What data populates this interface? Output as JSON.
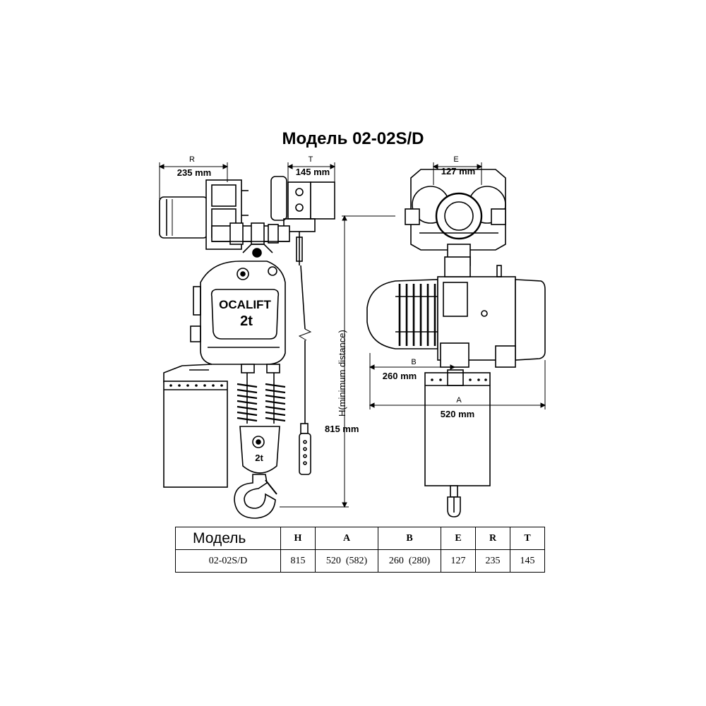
{
  "title": "Модель 02-02S/D",
  "brand_plate": {
    "logo_text": "OCALIFT",
    "capacity": "2t"
  },
  "hook_block_label": "2t",
  "dimensions": {
    "R": {
      "letter": "R",
      "value": "235 mm"
    },
    "T": {
      "letter": "T",
      "value": "145 mm"
    },
    "E": {
      "letter": "E",
      "value": "127 mm"
    },
    "B": {
      "letter": "B",
      "value": "260 mm"
    },
    "A": {
      "letter": "A",
      "value": "520 mm"
    },
    "H": {
      "letter": "H",
      "caption": "H(minimum distance)",
      "value": "815 mm"
    }
  },
  "table": {
    "headers": [
      "Модель",
      "H",
      "A",
      "B",
      "E",
      "R",
      "T"
    ],
    "rows": [
      [
        "02-02S/D",
        "815",
        "520  (582)",
        "260  (280)",
        "127",
        "235",
        "145"
      ]
    ]
  }
}
